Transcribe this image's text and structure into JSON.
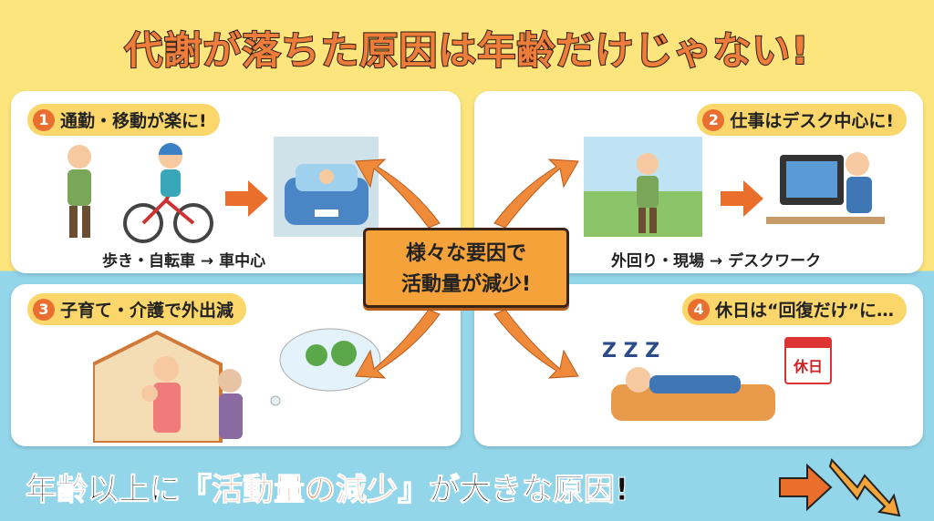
{
  "title": "代謝が落ちた原因は年齢だけじゃない!",
  "panels": [
    {
      "num": "1",
      "label": "通勤・移動が楽に!",
      "caption": "歩き・自転車 → 車中心"
    },
    {
      "num": "2",
      "label": "仕事はデスク中心に!",
      "caption": "外回り・現場 → デスクワーク"
    },
    {
      "num": "3",
      "label": "子育て・介護で外出減"
    },
    {
      "num": "4",
      "label": "休日は“回復だけ”に…",
      "calendar": "休日"
    }
  ],
  "center": {
    "line1": "様々な要因で",
    "line2": "活動量が減少!"
  },
  "bottom": {
    "pre": "年齢以上に",
    "open": "『",
    "highlight": "活動量の減少",
    "close": "』",
    "post": "が大きな原因!"
  },
  "colors": {
    "accent": "#ea6e2c",
    "yellow": "#fbe57c",
    "blue": "#93d6ea"
  }
}
